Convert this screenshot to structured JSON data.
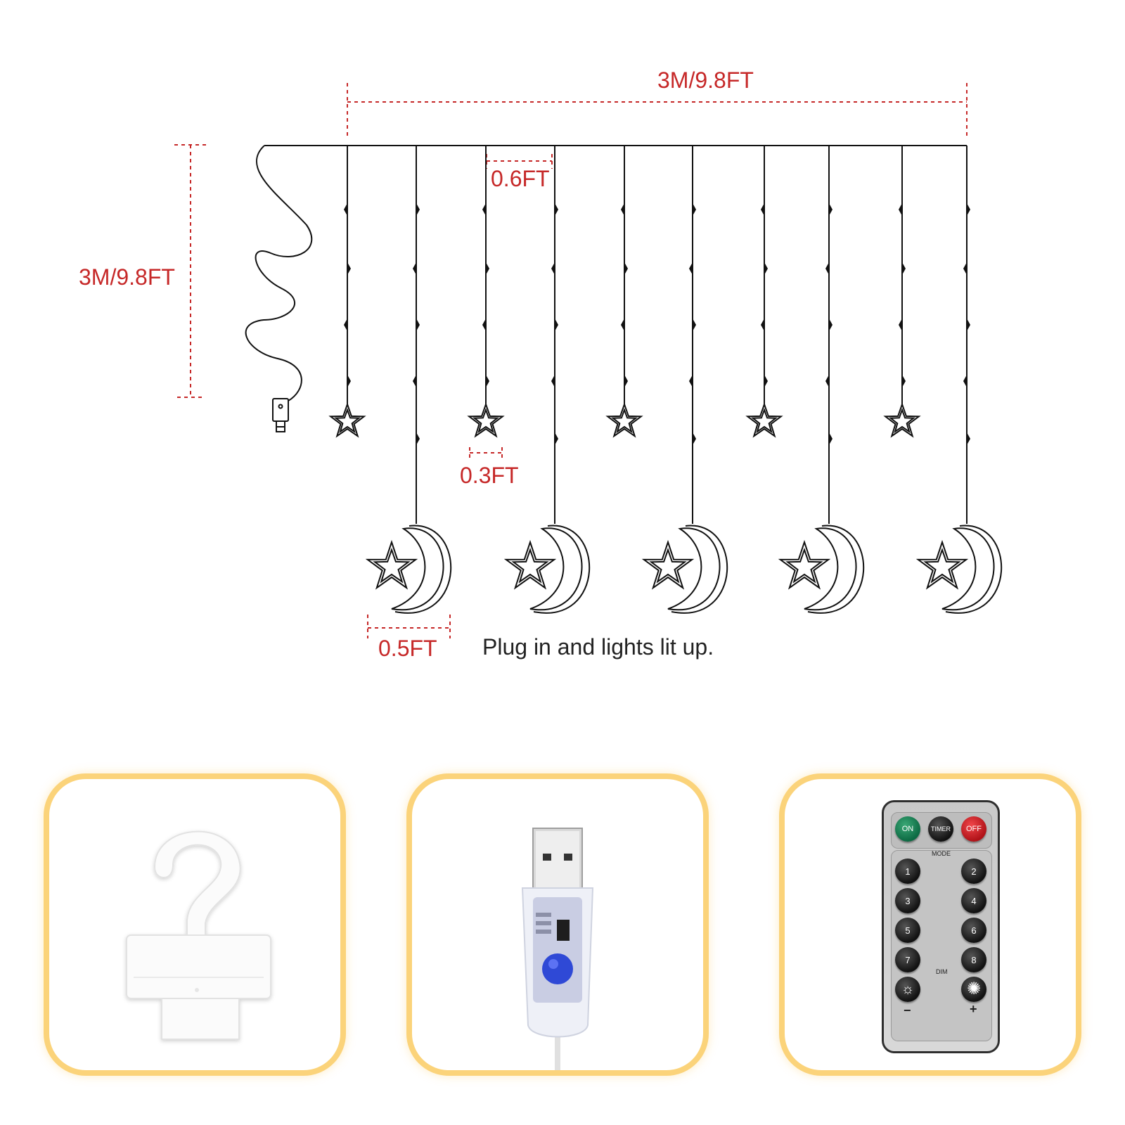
{
  "dimensions": {
    "width": "3M/9.8FT",
    "height": "3M/9.8FT",
    "strand_spacing": "0.6FT",
    "star_size": "0.3FT",
    "moon_size": "0.5FT"
  },
  "caption": "Plug in and lights lit up.",
  "panels": [
    {
      "name": "hook",
      "icon": "hook-icon"
    },
    {
      "name": "usb-plug",
      "icon": "usb-plug-icon"
    },
    {
      "name": "remote-control",
      "icon": "remote-icon"
    }
  ],
  "remote": {
    "on": "ON",
    "timer": "TIMER",
    "off": "OFF",
    "mode": "MODE",
    "dim": "DIM",
    "minus": "−",
    "plus": "+",
    "keys": [
      "1",
      "2",
      "3",
      "4",
      "5",
      "6",
      "7",
      "8"
    ]
  },
  "colors": {
    "dimension": "#c62828",
    "panel_border": "#fbd37a",
    "usb_button": "#2f49d6"
  }
}
